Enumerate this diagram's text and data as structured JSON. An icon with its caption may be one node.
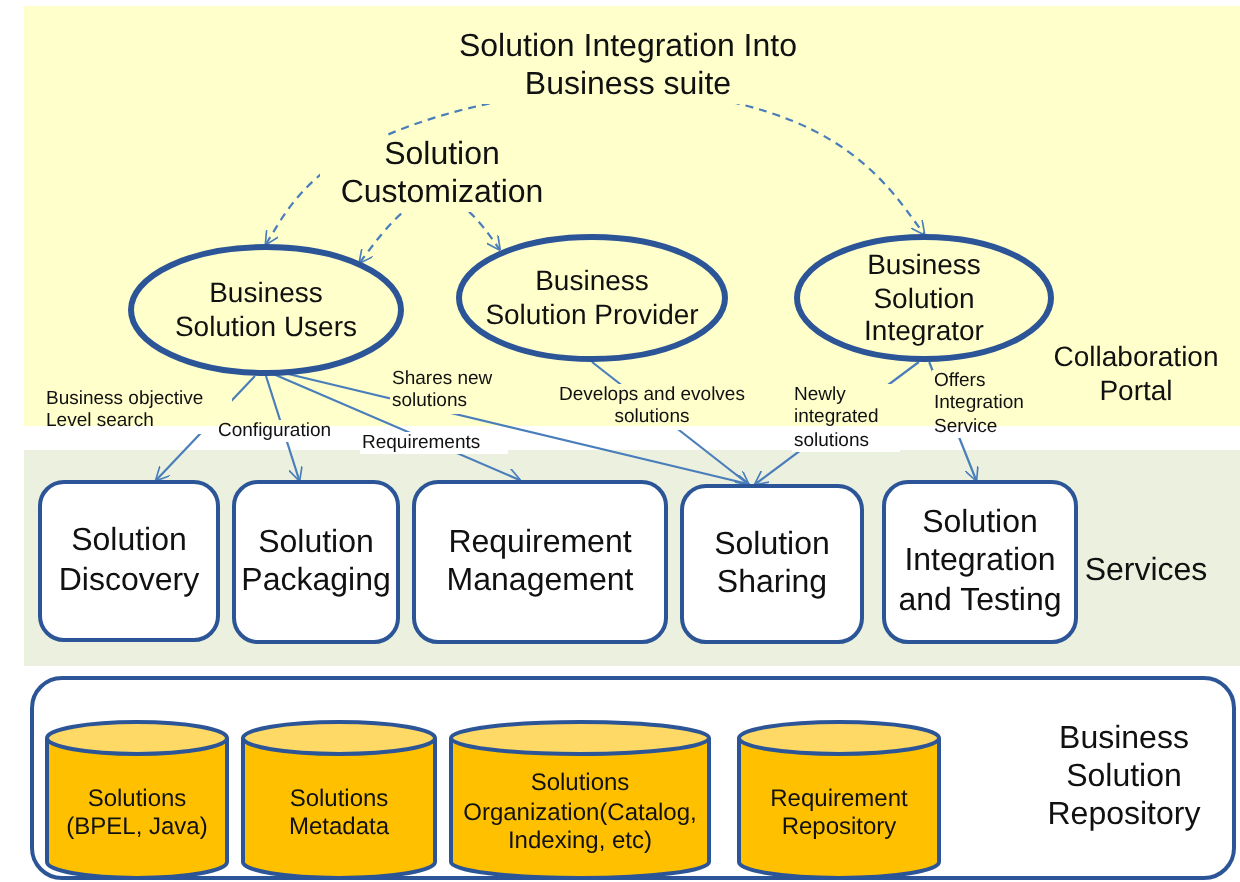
{
  "diagram": {
    "nodes": [
      {
        "text": [
          "Collaboration Portal"
        ]
      },
      {
        "text": [
          "Business Solution Users"
        ],
        "in": 0
      },
      {
        "text": [
          "Business Solution Provider"
        ],
        "in": 0
      },
      {
        "text": [
          "Business Solution Integrator"
        ],
        "in": 0
      },
      {
        "text": [
          "Services"
        ]
      },
      {
        "text": [
          "Solution Discovery"
        ],
        "in": 4
      },
      {
        "text": [
          "Solution Packaging"
        ],
        "in": 4
      },
      {
        "text": [
          "Requirement Management"
        ],
        "in": 4
      },
      {
        "text": [
          "Solution Sharing"
        ],
        "in": 4
      },
      {
        "text": [
          "Solution Integration and Testing"
        ],
        "in": 4
      },
      {
        "text": [
          "Business Solution Repository"
        ]
      },
      {
        "text": [
          "Solutions (BPEL, Java)"
        ],
        "in": 10
      },
      {
        "text": [
          "Solutions Metadata"
        ],
        "in": 10
      },
      {
        "text": [
          "Solutions Organization(Catalog, Indexing, etc)"
        ],
        "in": 10
      },
      {
        "text": [
          "Requirement Repository"
        ],
        "in": 10
      }
    ],
    "edges": [
      {
        "from": 1,
        "to": 3,
        "arrow": "both",
        "style": "dashed",
        "label": "Solution Integration Into Business suite"
      },
      {
        "from": 1,
        "to": 2,
        "arrow": "both",
        "style": "dashed",
        "label": "Solution Customization"
      },
      {
        "from": 1,
        "to": 5,
        "arrow": "to",
        "label": "Business objective Level search"
      },
      {
        "from": 1,
        "to": 6,
        "arrow": "to",
        "label": "Configuration"
      },
      {
        "from": 1,
        "to": 7,
        "arrow": "to",
        "label": "Requirements"
      },
      {
        "from": 1,
        "to": 8,
        "arrow": "to",
        "label": "Shares new solutions"
      },
      {
        "from": 2,
        "to": 8,
        "arrow": "to",
        "label": "Develops and evolves solutions"
      },
      {
        "from": 3,
        "to": 8,
        "arrow": "to",
        "label": "Newly integrated solutions"
      },
      {
        "from": 3,
        "to": 9,
        "arrow": "to",
        "label": "Offers Integration Service"
      }
    ]
  }
}
